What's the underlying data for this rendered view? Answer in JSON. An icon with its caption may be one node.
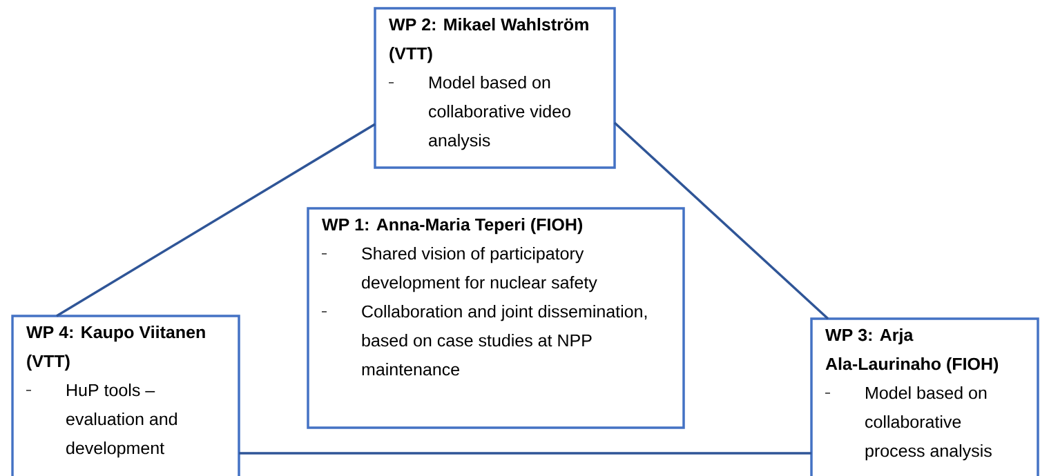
{
  "diagram": {
    "nodes": [
      {
        "text": [
          "WP 2: Mikael Wahlström (VTT)",
          "Model based on collaborative video analysis"
        ]
      },
      {
        "text": [
          "WP 1: Anna-Maria Teperi (FIOH)",
          "Shared vision of participatory development for nuclear safety",
          "Collaboration and joint dissemination, based on case studies at NPP maintenance"
        ]
      },
      {
        "text": [
          "WP 4: Kaupo Viitanen (VTT)",
          "HuP tools – evaluation and development"
        ]
      },
      {
        "text": [
          "WP 3: Arja Ala-Laurinaho (FIOH)",
          "Model based on collaborative process analysis"
        ]
      }
    ],
    "edges": [
      {
        "from": 0,
        "to": 2,
        "arrow": "none"
      },
      {
        "from": 0,
        "to": 3,
        "arrow": "none"
      },
      {
        "from": 2,
        "to": 3,
        "arrow": "none"
      }
    ]
  }
}
